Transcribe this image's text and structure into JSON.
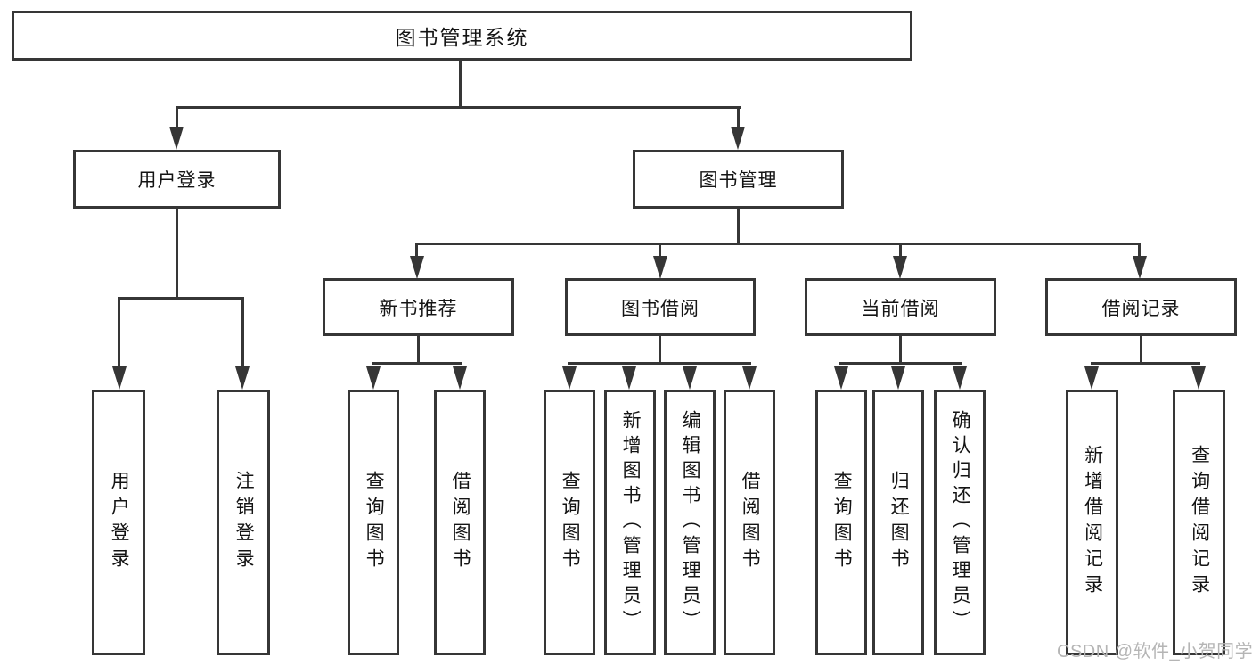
{
  "diagram": {
    "title": "图书管理系统",
    "watermark": "CSDN @软件_小贺同学",
    "colors": {
      "line": "#363636",
      "text": "#141414",
      "watermark": "#b5b5b5",
      "background": "#ffffff"
    },
    "nodes": {
      "root": {
        "label": "图书管理系统"
      },
      "user_login": {
        "label": "用户登录"
      },
      "book_mgmt": {
        "label": "图书管理"
      },
      "login": {
        "label": "用户登录"
      },
      "logout": {
        "label": "注销登录"
      },
      "new_books": {
        "label": "新书推荐"
      },
      "book_borrow": {
        "label": "图书借阅"
      },
      "current_borrow": {
        "label": "当前借阅"
      },
      "borrow_records": {
        "label": "借阅记录"
      },
      "nb_query": {
        "label": "查询图书"
      },
      "nb_borrow": {
        "label": "借阅图书"
      },
      "bb_query": {
        "label": "查询图书"
      },
      "bb_add": {
        "label": "新增图书（管理员）"
      },
      "bb_edit": {
        "label": "编辑图书（管理员）"
      },
      "bb_borrow": {
        "label": "借阅图书"
      },
      "cb_query": {
        "label": "查询图书"
      },
      "cb_return": {
        "label": "归还图书"
      },
      "cb_confirm": {
        "label": "确认归还（管理员）"
      },
      "br_add": {
        "label": "新增借阅记录"
      },
      "br_query": {
        "label": "查询借阅记录"
      }
    }
  }
}
